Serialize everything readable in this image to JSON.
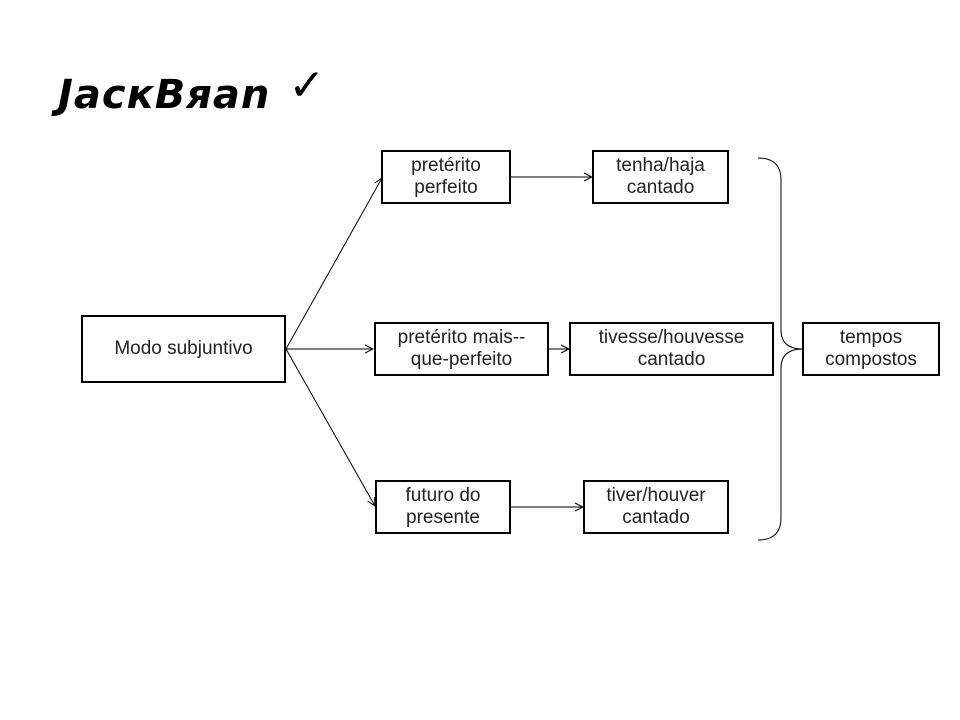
{
  "logo": {
    "text": "JacкBяan",
    "mark": "✓"
  },
  "nodes": {
    "root": "Modo subjuntivo",
    "perfeito": "pretérito\nperfeito",
    "mais_que": "pretérito mais--\nque-perfeito",
    "futuro": "futuro do\npresente",
    "tenha": "tenha/haja\ncantado",
    "tivesse": "tivesse/houvesse\ncantado",
    "tiver": "tiver/houver\ncantado",
    "compostos": "tempos\ncompostos"
  }
}
